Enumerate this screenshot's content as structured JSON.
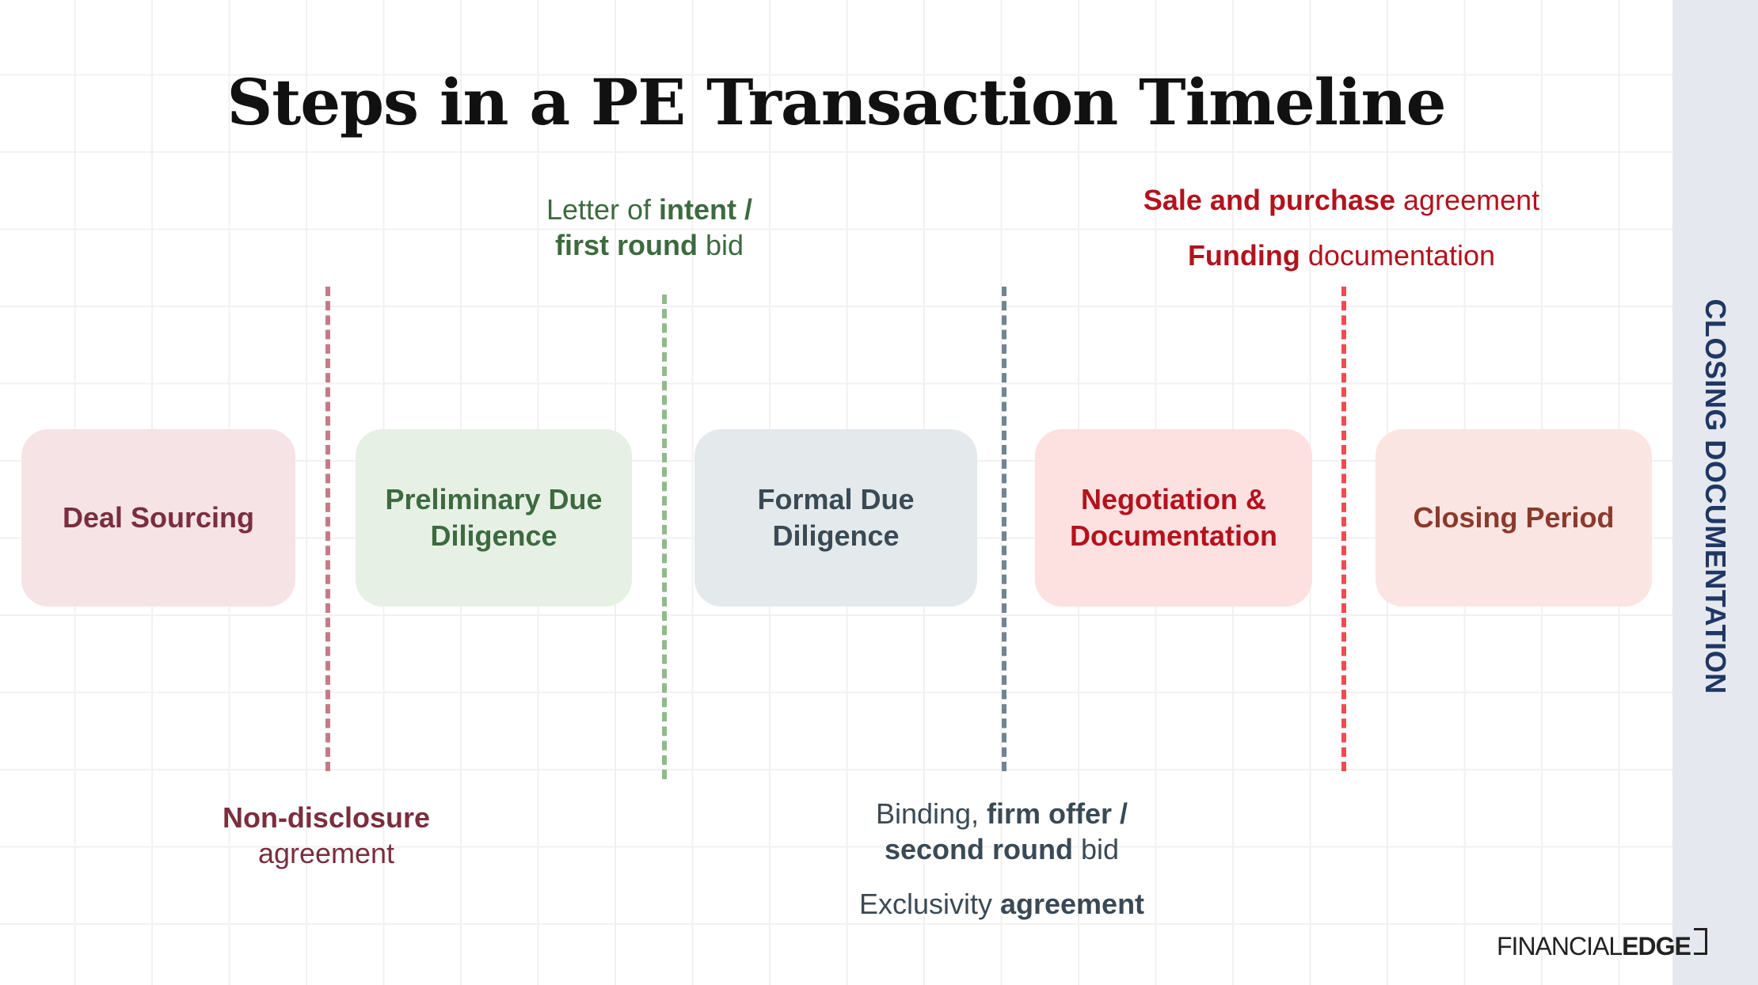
{
  "title": "Steps in a PE Transaction Timeline",
  "side_label": "CLOSING DOCUMENTATION",
  "steps": [
    {
      "label": "Deal Sourcing",
      "color": "#7a2e3e",
      "fill": "#f6e3e5"
    },
    {
      "label": "Preliminary Due Diligence",
      "color": "#3d6a3f",
      "fill": "#e6f0e5"
    },
    {
      "label": "Formal Due Diligence",
      "color": "#3a4a55",
      "fill": "#e4e9ec"
    },
    {
      "label": "Negotiation & Documentation",
      "color": "#b3121d",
      "fill": "#fde0e0"
    },
    {
      "label": "Closing Period",
      "color": "#8b3a2c",
      "fill": "#fbe5e2"
    }
  ],
  "dividers": [
    {
      "color": "#c47b88"
    },
    {
      "color": "#8fbb8b"
    },
    {
      "color": "#6f8592"
    },
    {
      "color": "#ee4b52"
    }
  ],
  "milestones": {
    "nda": {
      "bold": "Non-disclosure",
      "rest": "agreement",
      "color": "#7a2e3e"
    },
    "loi": {
      "pre": "Letter of ",
      "bold1": "intent /",
      "bold2": "first round",
      "post": " bid",
      "color": "#3d6a3f"
    },
    "binding": {
      "pre": "Binding, ",
      "bold1": "firm offer /",
      "bold2": "second round",
      "post": " bid",
      "color": "#3a4a55"
    },
    "exclusivity": {
      "pre": "Exclusivity ",
      "bold": "agreement",
      "color": "#3a4a55"
    },
    "spa": {
      "bold": "Sale and purchase",
      "post": " agreement",
      "color": "#b3121d"
    },
    "funding": {
      "bold": "Funding",
      "post": " documentation",
      "color": "#b3121d"
    }
  },
  "logo": {
    "financial": "FINANCIAL",
    "edge": "EDGE"
  }
}
